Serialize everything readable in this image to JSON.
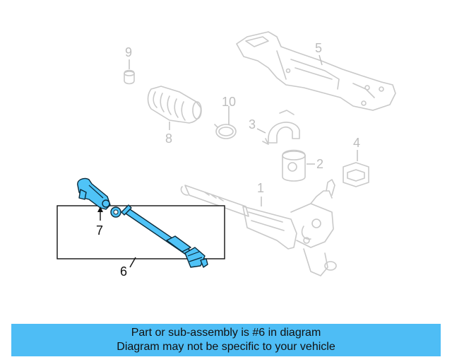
{
  "callouts": {
    "c1": "1",
    "c2": "2",
    "c3": "3",
    "c4": "4",
    "c5": "5",
    "c6": "6",
    "c7": "7",
    "c8": "8",
    "c9": "9",
    "c10": "10"
  },
  "highlighted_parts": [
    "6",
    "7"
  ],
  "colors": {
    "highlight": "#4fc3f7",
    "banner": "#4ebdf5",
    "ghost": "#c9c9c9"
  },
  "banner": {
    "line1": "Part or sub-assembly is #6 in diagram",
    "line2": "Diagram may not be specific to your vehicle"
  }
}
